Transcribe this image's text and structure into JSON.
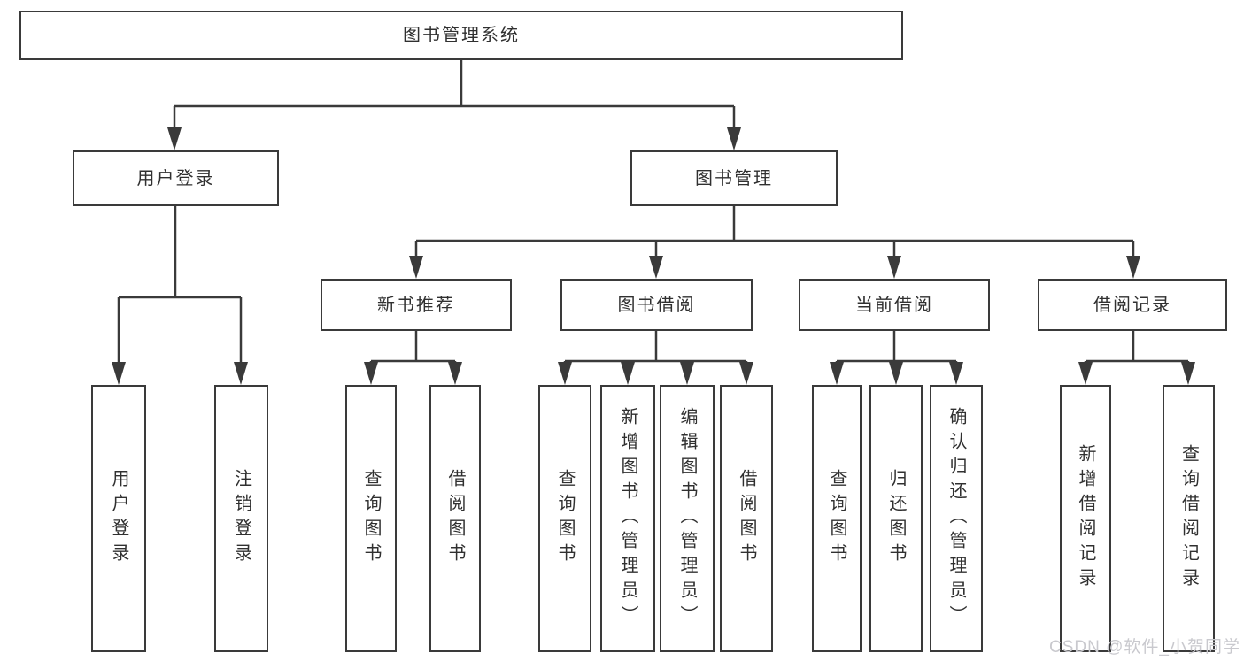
{
  "diagram": {
    "type": "hierarchy-tree",
    "line_color": "#3a3a3a",
    "nodes": {
      "root": "图书管理系统",
      "user_login": "用户登录",
      "book_mgmt": "图书管理",
      "new_book_rec": "新书推荐",
      "book_borrow": "图书借阅",
      "current_borrow": "当前借阅",
      "borrow_record": "借阅记录",
      "ul_login": "用户登录",
      "ul_logout": "注销登录",
      "nbr_query": "查询图书",
      "nbr_borrow": "借阅图书",
      "bb_query": "查询图书",
      "bb_add": "新增图书（管理员）",
      "bb_edit": "编辑图书（管理员）",
      "bb_borrow": "借阅图书",
      "cb_query": "查询图书",
      "cb_return": "归还图书",
      "cb_confirm": "确认归还（管理员）",
      "br_add": "新增借阅记录",
      "br_query": "查询借阅记录"
    },
    "structure": [
      {
        "parent": "图书管理系统",
        "children": [
          "用户登录",
          "图书管理"
        ]
      },
      {
        "parent": "用户登录",
        "children": [
          "用户登录",
          "注销登录"
        ]
      },
      {
        "parent": "图书管理",
        "children": [
          "新书推荐",
          "图书借阅",
          "当前借阅",
          "借阅记录"
        ]
      },
      {
        "parent": "新书推荐",
        "children": [
          "查询图书",
          "借阅图书"
        ]
      },
      {
        "parent": "图书借阅",
        "children": [
          "查询图书",
          "新增图书（管理员）",
          "编辑图书（管理员）",
          "借阅图书"
        ]
      },
      {
        "parent": "当前借阅",
        "children": [
          "查询图书",
          "归还图书",
          "确认归还（管理员）"
        ]
      },
      {
        "parent": "借阅记录",
        "children": [
          "新增借阅记录",
          "查询借阅记录"
        ]
      }
    ]
  },
  "watermark": "CSDN @软件_小贺同学"
}
